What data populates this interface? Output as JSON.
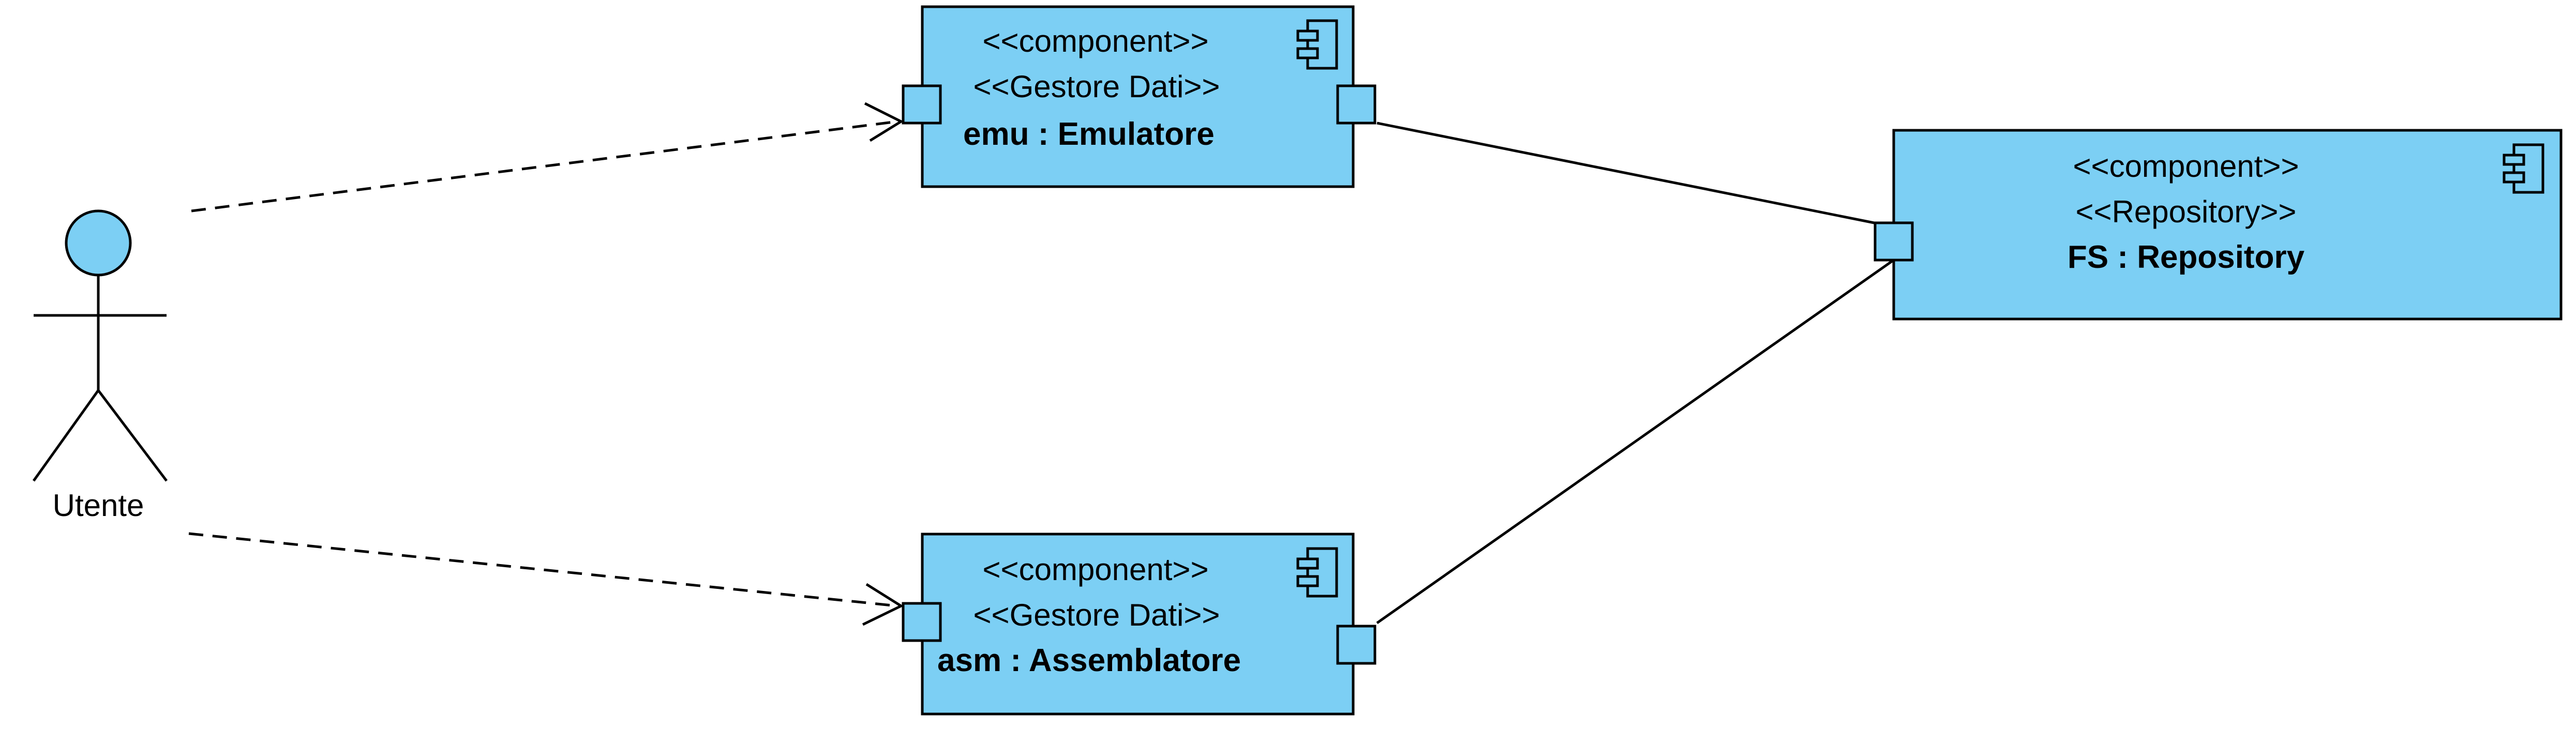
{
  "diagram": {
    "fill_color": "#7ccff4",
    "stroke_color": "#000000",
    "actor": {
      "label": "Utente"
    },
    "components": {
      "emu": {
        "stereotype_1": "<<component>>",
        "stereotype_2": "<<Gestore Dati>>",
        "name": "emu : Emulatore"
      },
      "fs": {
        "stereotype_1": "<<component>>",
        "stereotype_2": "<<Repository>>",
        "name": "FS : Repository"
      },
      "asm": {
        "stereotype_1": "<<component>>",
        "stereotype_2": "<<Gestore Dati>>",
        "name": "asm : Assemblatore"
      }
    }
  }
}
